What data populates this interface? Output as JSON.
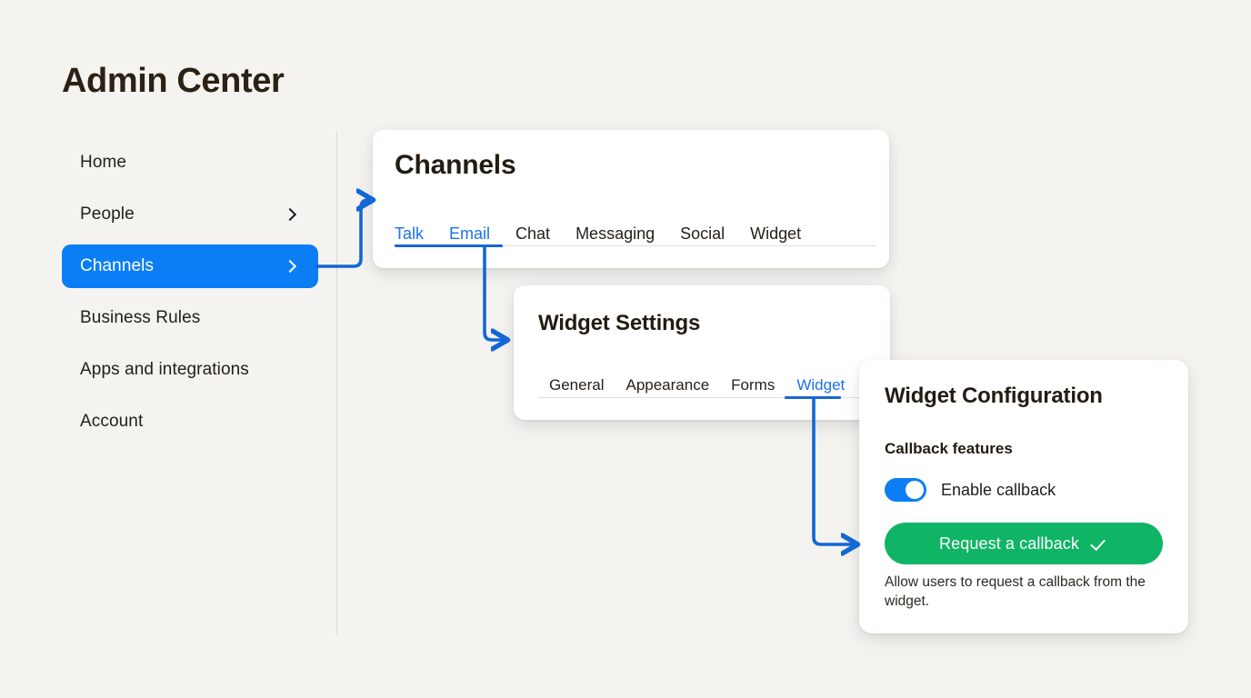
{
  "page": {
    "title": "Admin Center",
    "background_color": "#f4f3ef",
    "accent_blue": "#0c7ef5",
    "link_blue": "#1a73e8",
    "success_green": "#0fb564",
    "text_color": "#23201c"
  },
  "sidebar": {
    "items": [
      {
        "label": "Home",
        "has_chevron": false,
        "active": false
      },
      {
        "label": "People",
        "has_chevron": true,
        "active": false
      },
      {
        "label": "Channels",
        "has_chevron": true,
        "active": true
      },
      {
        "label": "Business Rules",
        "has_chevron": false,
        "active": false
      },
      {
        "label": "Apps and integrations",
        "has_chevron": false,
        "active": false
      },
      {
        "label": "Account",
        "has_chevron": false,
        "active": false
      }
    ]
  },
  "channels_card": {
    "title": "Channels",
    "tabs": [
      {
        "label": "Talk",
        "selected": true
      },
      {
        "label": "Email",
        "selected": true
      },
      {
        "label": "Chat",
        "selected": false
      },
      {
        "label": "Messaging",
        "selected": false
      },
      {
        "label": "Social",
        "selected": false
      },
      {
        "label": "Widget",
        "selected": false
      }
    ]
  },
  "widget_settings_card": {
    "title": "Widget Settings",
    "tabs": [
      {
        "label": "General",
        "selected": false
      },
      {
        "label": "Appearance",
        "selected": false
      },
      {
        "label": "Forms",
        "selected": false
      },
      {
        "label": "Widget",
        "selected": true
      }
    ]
  },
  "widget_config_card": {
    "title": "Widget Configuration",
    "section_label": "Callback features",
    "toggle": {
      "label": "Enable callback",
      "state": "on",
      "icon": "toggle-on-icon"
    },
    "cta": {
      "label": "Request a callback",
      "icon": "check-icon",
      "color": "#0fb564"
    },
    "help_text": "Allow users to request a callback from the widget."
  },
  "connectors": [
    {
      "name": "channels-to-channels-card",
      "icon": "arrow-right-icon"
    },
    {
      "name": "email-tab-to-widget-settings-card",
      "icon": "arrow-right-icon"
    },
    {
      "name": "widget-tab-to-widget-config-card",
      "icon": "arrow-right-icon"
    }
  ]
}
